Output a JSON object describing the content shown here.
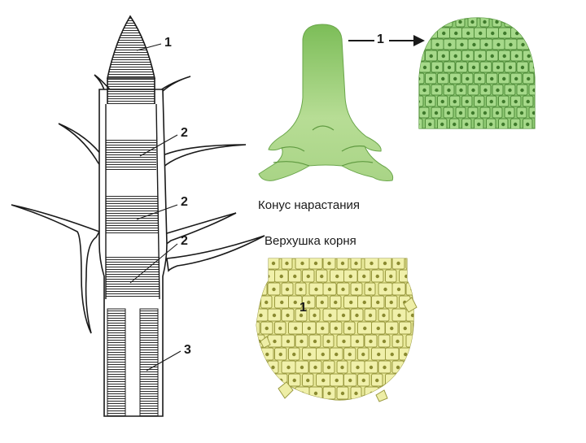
{
  "labels": {
    "stem_apex": "1",
    "stem_zone_upper": "2",
    "stem_zone_middle": "2",
    "stem_zone_lower": "2",
    "stem_base": "3",
    "growth_cone_arrow": "1",
    "root_tip_number": "1"
  },
  "captions": {
    "growth_cone": "Конус нарастания",
    "root_tip": "Верхушка корня"
  },
  "colors": {
    "cone_green": "#8cc56a",
    "cone_light": "#c9e6a8",
    "cell_green": "#92cc76",
    "root_yellow": "#e9ea9a",
    "root_cell_line": "#9a9a40",
    "ink": "#1a1a1a"
  }
}
